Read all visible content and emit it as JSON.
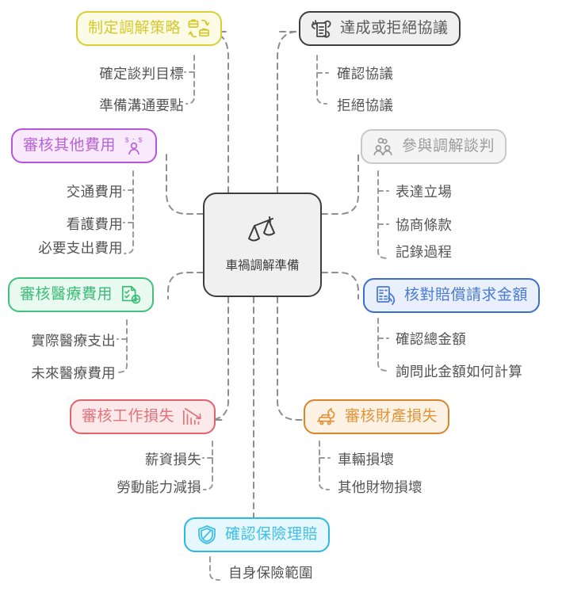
{
  "diagram": {
    "title": "車禍調解準備",
    "type": "mindmap",
    "center": {
      "label": "車禍調解準備",
      "icon": "scales-of-justice-icon",
      "border_color": "#3d3d3d",
      "fill_color": "#f0f0f0",
      "text_color": "#3b3b3b"
    },
    "branches": [
      {
        "id": "mediation-strategy",
        "label": "制定調解策略",
        "icon": "briefcase-exchange-icon",
        "icon_side": "right",
        "border_color": "#d9cf34",
        "fill_color": "#fcfce6",
        "text_color": "#d4c82e",
        "children": [
          "確定談判目標",
          "準備溝通要點"
        ]
      },
      {
        "id": "reach-or-reject-agreement",
        "label": "達成或拒絕協議",
        "icon": "signed-document-handshake-icon",
        "icon_side": "left",
        "border_color": "#3f3f3f",
        "fill_color": "#f0f0f0",
        "text_color": "#5c5c5c",
        "children": [
          "確認協議",
          "拒絕協議"
        ]
      },
      {
        "id": "review-other-expenses",
        "label": "審核其他費用",
        "icon": "person-money-icon",
        "icon_side": "right",
        "border_color": "#b657d8",
        "fill_color": "#f8eafc",
        "text_color": "#b863d6",
        "children": [
          "交通費用",
          "看護費用",
          "必要支出費用"
        ]
      },
      {
        "id": "participate-in-mediation",
        "label": "參與調解談判",
        "icon": "group-of-people-icon",
        "icon_side": "left",
        "border_color": "#c9c9c9",
        "fill_color": "#f4f4f4",
        "text_color": "#9b9b9b",
        "children": [
          "表達立場",
          "協商條款",
          "記錄過程"
        ]
      },
      {
        "id": "review-medical-expenses",
        "label": "審核醫療費用",
        "icon": "medical-checklist-icon",
        "icon_side": "right",
        "border_color": "#44c07e",
        "fill_color": "#e9fbf1",
        "text_color": "#3dbb78",
        "children": [
          "實際醫療支出",
          "未來醫療費用"
        ]
      },
      {
        "id": "verify-claim-amount",
        "label": "核對賠償請求金額",
        "icon": "invoice-hand-icon",
        "icon_side": "left",
        "border_color": "#3b6fce",
        "fill_color": "#e9f0fc",
        "text_color": "#4b7ad4",
        "children": [
          "確認總金額",
          "詢問此金額如何計算"
        ]
      },
      {
        "id": "review-work-loss",
        "label": "審核工作損失",
        "icon": "declining-bar-chart-icon",
        "icon_side": "right",
        "border_color": "#e0636e",
        "fill_color": "#fce9ea",
        "text_color": "#e0737b",
        "children": [
          "薪資損失",
          "勞動能力減損"
        ]
      },
      {
        "id": "review-property-damage",
        "label": "審核財產損失",
        "icon": "burning-car-icon",
        "icon_side": "left",
        "border_color": "#d9862b",
        "fill_color": "#fdf2e4",
        "text_color": "#e0943c",
        "children": [
          "車輛損壞",
          "其他財物損壞"
        ]
      },
      {
        "id": "confirm-insurance-claim",
        "label": "確認保險理賠",
        "icon": "shield-icon",
        "icon_side": "left",
        "border_color": "#2bb8e6",
        "fill_color": "#e6f8fd",
        "text_color": "#3fbfe8",
        "children": [
          "自身保險範圍"
        ]
      }
    ],
    "connector": {
      "style": "dashed",
      "color": "#8d8d8d"
    }
  }
}
